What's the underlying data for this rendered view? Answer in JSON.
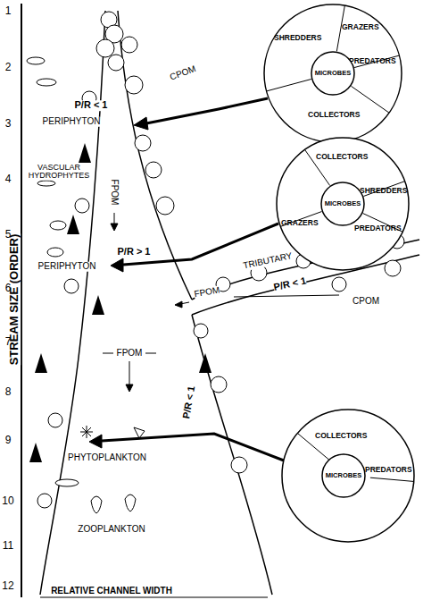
{
  "diagram": {
    "nodes": [
      {
        "text": [
          "SHREDDERS",
          "GRAZERS",
          "PREDATORS",
          "COLLECTORS"
        ]
      },
      {
        "text": [
          "MICROBES"
        ],
        "in": 0
      },
      {
        "text": [
          "COLLECTORS",
          "GRAZERS",
          "SHREDDERS",
          "PREDATORS"
        ]
      },
      {
        "text": [
          "MICROBES"
        ],
        "in": 2
      },
      {
        "text": [
          "COLLECTORS",
          "PREDATORS"
        ]
      },
      {
        "text": [
          "MICROBES"
        ],
        "in": 4
      }
    ],
    "labels": [
      "STREAM SIZE (ORDER)",
      "1",
      "2",
      "3",
      "4",
      "5",
      "6",
      "7",
      "8",
      "9",
      "10",
      "11",
      "12",
      "CPOM",
      "P/R < 1",
      "PERIPHYTON",
      "VASCULAR HYDROPHYTES",
      "FPOM",
      "P/R > 1",
      "PERIPHYTON",
      "TRIBUTARY",
      "CPOM",
      "FPOM",
      "P/R < 1",
      "FPOM",
      "PHYTOPLANKTON",
      "P/R < 1",
      "ZOOPLANKTON",
      "RELATIVE CHANNEL WIDTH"
    ]
  }
}
